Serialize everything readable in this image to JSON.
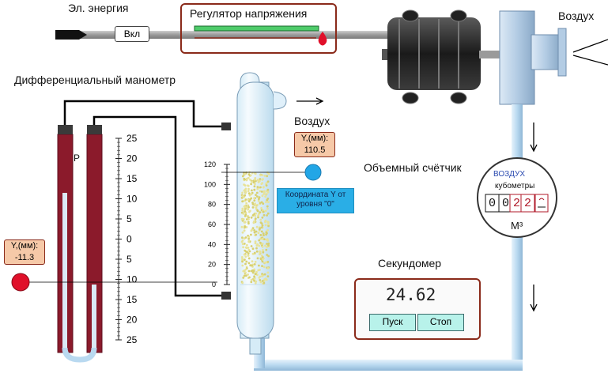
{
  "labels": {
    "power": "Эл. энергия",
    "regulator": "Регулятор напряжения",
    "air_out_top": "Воздух",
    "air_column": "Воздух",
    "manometer": "Дифференциальный манометр",
    "flowmeter": "Объемный счётчик",
    "stopwatch": "Секундомер"
  },
  "switch": {
    "label": "Вкл"
  },
  "column": {
    "readout_label": "Y,(мм):",
    "readout_value": "110.5",
    "tooltip_line1": "Координата Y от",
    "tooltip_line2": "уровня \"0\"",
    "scale": [
      "120",
      "100",
      "80",
      "60",
      "40",
      "20",
      "0"
    ]
  },
  "manometer": {
    "readout_label": "Y,(мм):",
    "readout_value": "-11.3",
    "tube_letter": "P",
    "scale": [
      "25",
      "20",
      "15",
      "10",
      "5",
      "0",
      "5",
      "10",
      "15",
      "20",
      "25"
    ]
  },
  "meter": {
    "title": "ВОЗДУХ",
    "subtitle": "кубометры",
    "digits": [
      "0",
      "0",
      "2",
      "2"
    ],
    "unit": "М³"
  },
  "stopwatch": {
    "time": "24.62",
    "start_label": "Пуск",
    "stop_label": "Стоп"
  },
  "colors": {
    "pipe": "#b9d9f0",
    "manometer_tube": "#8b1a2b",
    "button": "#b8f2ea",
    "readout": "#f6c9a8",
    "indicator_red": "#e0102a",
    "indicator_blue": "#22a6e6"
  }
}
